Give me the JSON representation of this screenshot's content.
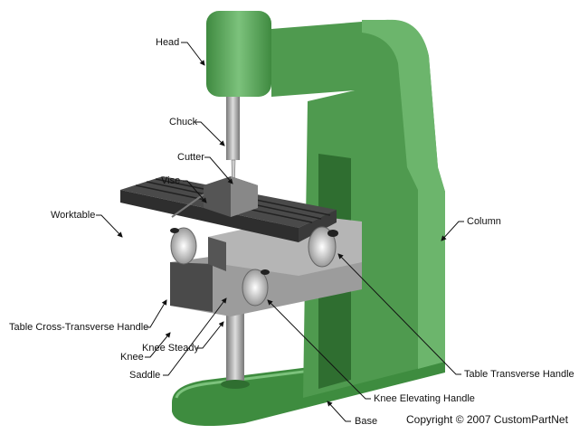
{
  "colors": {
    "machine_green": "#4f9a4f",
    "steel_grey": "#a8a8a8",
    "table_dark": "#3a3a3a"
  },
  "labels": {
    "head": "Head",
    "chuck": "Chuck",
    "cutter": "Cutter",
    "vise": "Vise",
    "worktable": "Worktable",
    "column": "Column",
    "table_cross_transverse_handle": "Table Cross-Transverse Handle",
    "knee": "Knee",
    "saddle": "Saddle",
    "knee_steady": "Knee Steady",
    "table_transverse_handle": "Table Transverse Handle",
    "knee_elevating_handle": "Knee Elevating Handle",
    "base": "Base"
  },
  "copyright": "Copyright © 2007 CustomPartNet"
}
